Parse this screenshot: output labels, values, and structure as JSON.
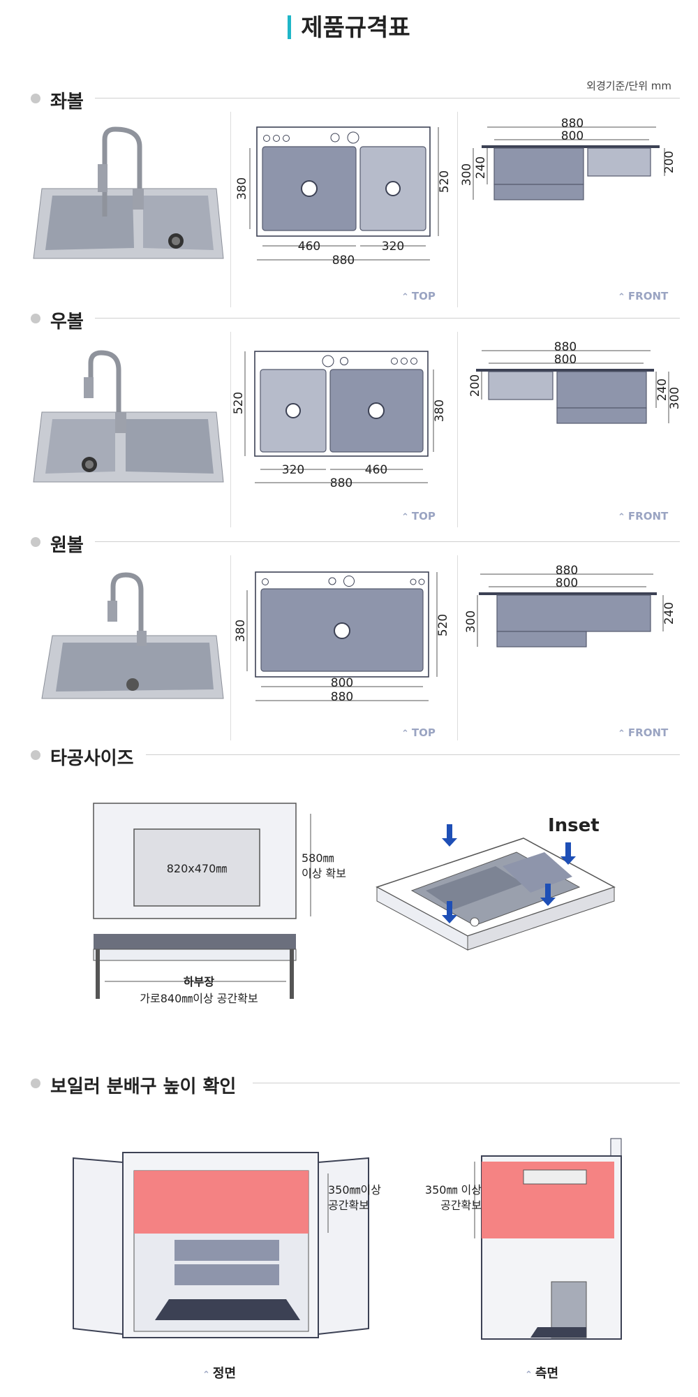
{
  "title": "제품규격표",
  "unit_note": "외경기준/단위 mm",
  "view_labels": {
    "top": "TOP",
    "front": "FRONT"
  },
  "sections": {
    "left_bowl": {
      "heading": "좌볼",
      "top": {
        "bowl_height": "380",
        "total_height": "520",
        "bowl_a": "460",
        "bowl_b": "320",
        "total_width": "880"
      },
      "front": {
        "outer": "880",
        "inner": "800",
        "depth_total": "300",
        "depth_main": "240",
        "depth_small": "200"
      }
    },
    "right_bowl": {
      "heading": "우볼",
      "top": {
        "total_height": "520",
        "bowl_height": "380",
        "bowl_a": "320",
        "bowl_b": "460",
        "total_width": "880"
      },
      "front": {
        "outer": "880",
        "inner": "800",
        "depth_small": "200",
        "depth_main": "240",
        "depth_total": "300"
      }
    },
    "single_bowl": {
      "heading": "원볼",
      "top": {
        "bowl_height": "380",
        "total_height": "520",
        "inner_width": "800",
        "total_width": "880"
      },
      "front": {
        "outer": "880",
        "inner": "800",
        "depth_total": "300",
        "depth_main": "240"
      }
    }
  },
  "cutout": {
    "heading": "타공사이즈",
    "size": "820x470㎜",
    "depth_line1": "580㎜",
    "depth_line2": "이상 확보",
    "cabinet_title": "하부장",
    "cabinet_note": "가로840㎜이상 공간확보",
    "inset_label": "Inset"
  },
  "boiler": {
    "heading": "보일러 분배구 높이 확인",
    "front_note_line1": "350㎜이상",
    "front_note_line2": "공간확보",
    "side_note_line1": "350㎜ 이상",
    "side_note_line2": "공간확보",
    "front_label": "정면",
    "side_label": "측면"
  },
  "colors": {
    "accent": "#1fb6c8",
    "steel": "#8e95ab",
    "highlight": "#f47c7c",
    "arrow": "#1e4fb6"
  }
}
